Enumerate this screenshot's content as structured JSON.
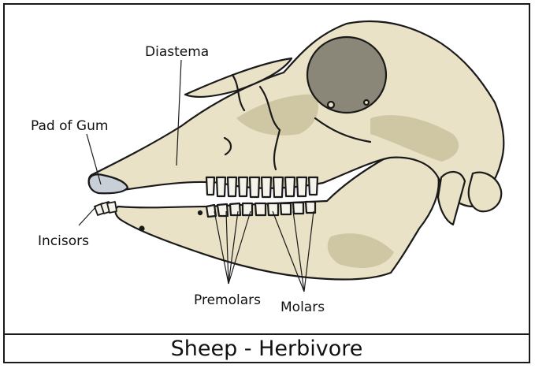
{
  "labels": {
    "diastema": "Diastema",
    "pad_of_gum": "Pad of Gum",
    "incisors": "Incisors",
    "premolars": "Premolars",
    "molars": "Molars"
  },
  "caption": "Sheep - Herbivore",
  "colors": {
    "bone": "#e9e2c6",
    "bone_shade": "#cfc6a4",
    "eye_socket": "#8a8678",
    "gum_pad": "#c9cfd6",
    "outline": "#1a1a1a"
  }
}
